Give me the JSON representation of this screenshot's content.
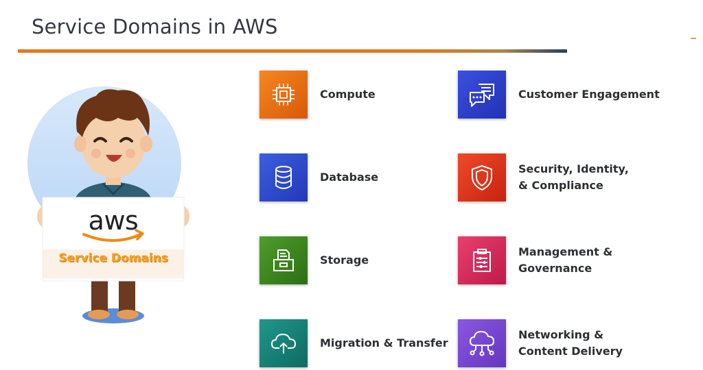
{
  "slide": {
    "title": "Service Domains in AWS"
  },
  "illustration": {
    "sign_logo": "aws",
    "sign_caption": "Service Domains"
  },
  "services": [
    {
      "label": "Compute",
      "icon": "chip-icon",
      "color": "#e8700e"
    },
    {
      "label": "Database",
      "icon": "database-icon",
      "color": "#2f4fd1"
    },
    {
      "label": "Storage",
      "icon": "storage-icon",
      "color": "#3e8a22"
    },
    {
      "label": "Migration & Transfer",
      "icon": "cloud-upload-icon",
      "color": "#18857b"
    },
    {
      "label": "Customer Engagement",
      "icon": "chat-icon",
      "color": "#2e3fd0"
    },
    {
      "label": "Security, Identity, & Compliance",
      "icon": "shield-icon",
      "color": "#e23b22"
    },
    {
      "label": "Management & Governance",
      "icon": "clipboard-icon",
      "color": "#dc2c5c"
    },
    {
      "label": "Networking & Content Delivery",
      "icon": "cloud-network-icon",
      "color": "#7b4bd4"
    }
  ]
}
